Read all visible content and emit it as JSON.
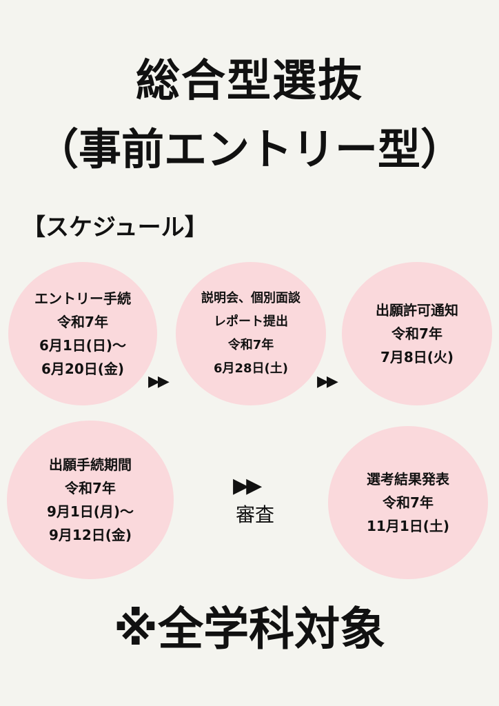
{
  "title": {
    "line1": "総合型選抜",
    "line2": "（事前エントリー型）"
  },
  "section_label": "【スケジュール】",
  "steps": [
    {
      "lines": [
        "エントリー手続",
        "令和7年",
        "6月1日(日)〜",
        "6月20日(金)"
      ]
    },
    {
      "lines": [
        "説明会、個別面談",
        "レポート提出",
        "令和7年",
        "6月28日(土)"
      ]
    },
    {
      "lines": [
        "出願許可通知",
        "令和7年",
        "7月8日(火)"
      ]
    },
    {
      "lines": [
        "出願手続期間",
        "令和7年",
        "9月1日(月)〜",
        "9月12日(金)"
      ]
    },
    {
      "lines": [
        "選考結果発表",
        "令和7年",
        "11月1日(土)"
      ]
    }
  ],
  "arrows": {
    "glyph": "▶▶"
  },
  "review_label": "審査",
  "footer": "※全学科対象",
  "colors": {
    "background": "#f4f4ef",
    "circle": "#fad9dc",
    "text": "#111111"
  }
}
